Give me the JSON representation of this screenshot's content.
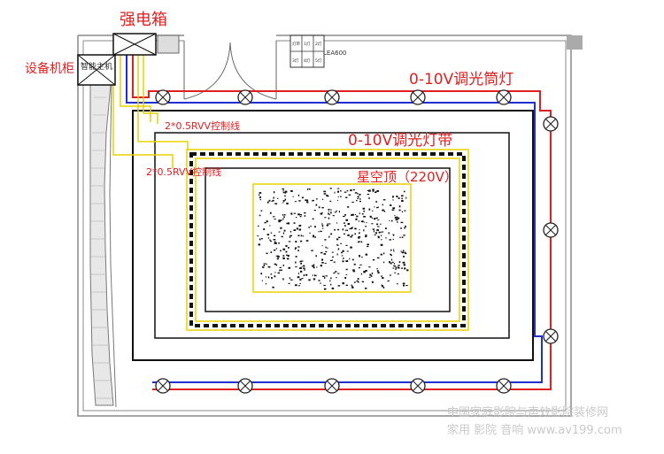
{
  "labels": {
    "power_box": "强电箱",
    "equipment_cabinet": "设备机柜",
    "smart_host": "智能主机",
    "control_wire_1": "2*0.5RVV控制线",
    "control_wire_2": "2*0.5RVV控制线",
    "downlight_dimming": "0-10V调光筒灯",
    "light_strip_dimming": "0-10V调光灯带",
    "starry_ceiling": "星空顶（220V）",
    "panel_model": "LEA600",
    "watermark_line1": "中国家庭影院与声效影院装修网",
    "watermark_line2": "家用 影院 音响 www.av199.com"
  },
  "panel": {
    "cells": [
      "灯带",
      "1灯",
      "2灯",
      "3灯",
      "4灯",
      "5灯",
      "6灯",
      "开关"
    ]
  },
  "colors": {
    "wire_red": "#e02020",
    "wire_blue": "#2030d0",
    "wire_yellow": "#e8d000",
    "strip_yellow": "#f0e000",
    "label_red": "#e02020",
    "wall": "#808080"
  },
  "icons": {
    "lamp": "circle-cross-icon",
    "power_box": "box-cross-icon",
    "cabinet": "box-cross-icon"
  }
}
